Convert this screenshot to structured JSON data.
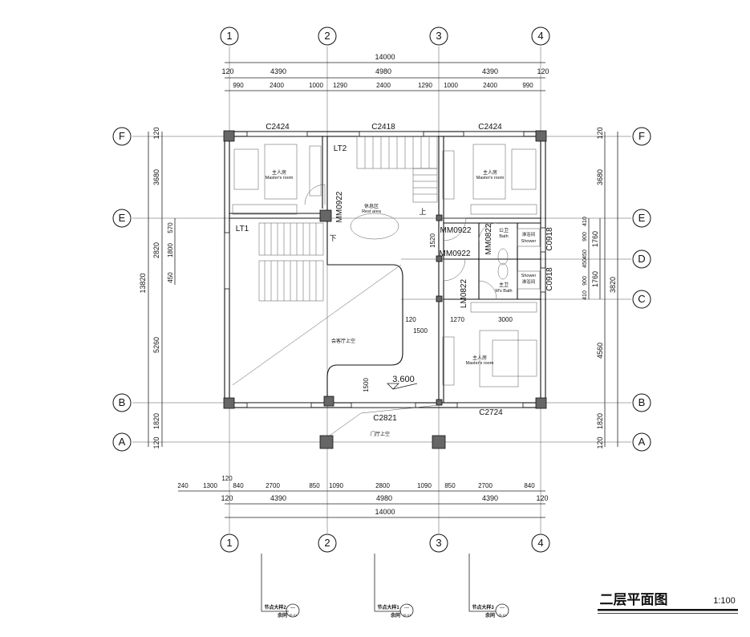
{
  "title": "二层平面图",
  "scale": "1:100",
  "axes": {
    "columns": [
      "1",
      "2",
      "3",
      "4"
    ],
    "rows": [
      "F",
      "E",
      "D",
      "C",
      "B",
      "A"
    ]
  },
  "dims": {
    "top_total": "14000",
    "top_bays": [
      "120",
      "4390",
      "4980",
      "4390",
      "120"
    ],
    "top_detail": [
      "990",
      "2400",
      "1000",
      "1290",
      "2400",
      "1290",
      "1000",
      "2400",
      "990"
    ],
    "bottom_detail": [
      "240",
      "1300",
      "120",
      "840",
      "2700",
      "850",
      "1090",
      "2800",
      "1090",
      "850",
      "2700",
      "840"
    ],
    "bottom_bays": [
      "120",
      "4390",
      "4980",
      "4390",
      "120"
    ],
    "bottom_total": "14000",
    "left_total": "13820",
    "left_bays": [
      "120",
      "3680",
      "2820",
      "5260",
      "1820",
      "120"
    ],
    "left_detail": [
      "570",
      "1800",
      "450"
    ],
    "right_bays": [
      "120",
      "3680",
      "4560",
      "1820",
      "120"
    ],
    "right_mid": [
      "1760",
      "1760"
    ],
    "right_detail": [
      "410",
      "900",
      "450",
      "450",
      "900",
      "410"
    ],
    "right_total": "3820",
    "interior": [
      "1520",
      "1500",
      "1500",
      "120",
      "1270",
      "3000"
    ]
  },
  "windows": [
    "C2424",
    "C2418",
    "C2424",
    "C0918",
    "C0918",
    "C2821",
    "C2724"
  ],
  "doors": [
    "MM0922",
    "MM0922",
    "MM0922",
    "MM0822",
    "LM0822"
  ],
  "labels": {
    "lt1": "LT1",
    "lt2": "LT2",
    "master_cn": "主人房",
    "master_en": "Master's room",
    "rest_cn": "休息区",
    "rest_en": "Rest area",
    "up": "上",
    "down": "下",
    "public_bath_cn": "公卫",
    "public_bath_en": "Bath",
    "master_bath_cn": "主卫",
    "master_bath_en": "M's Bath",
    "shower_cn": "淋浴间",
    "shower_en": "Shower",
    "living_void": "会客厅上空",
    "hall_void": "门厅上空",
    "elevation": "3.600"
  },
  "details": [
    {
      "label": "节点大样2",
      "sub": "余同",
      "num": "—",
      "sheet": "JS-01"
    },
    {
      "label": "节点大样1",
      "sub": "余同",
      "num": "—",
      "sheet": "JS-01"
    },
    {
      "label": "节点大样3",
      "sub": "余同",
      "num": "—",
      "sheet": "JS-01"
    }
  ]
}
